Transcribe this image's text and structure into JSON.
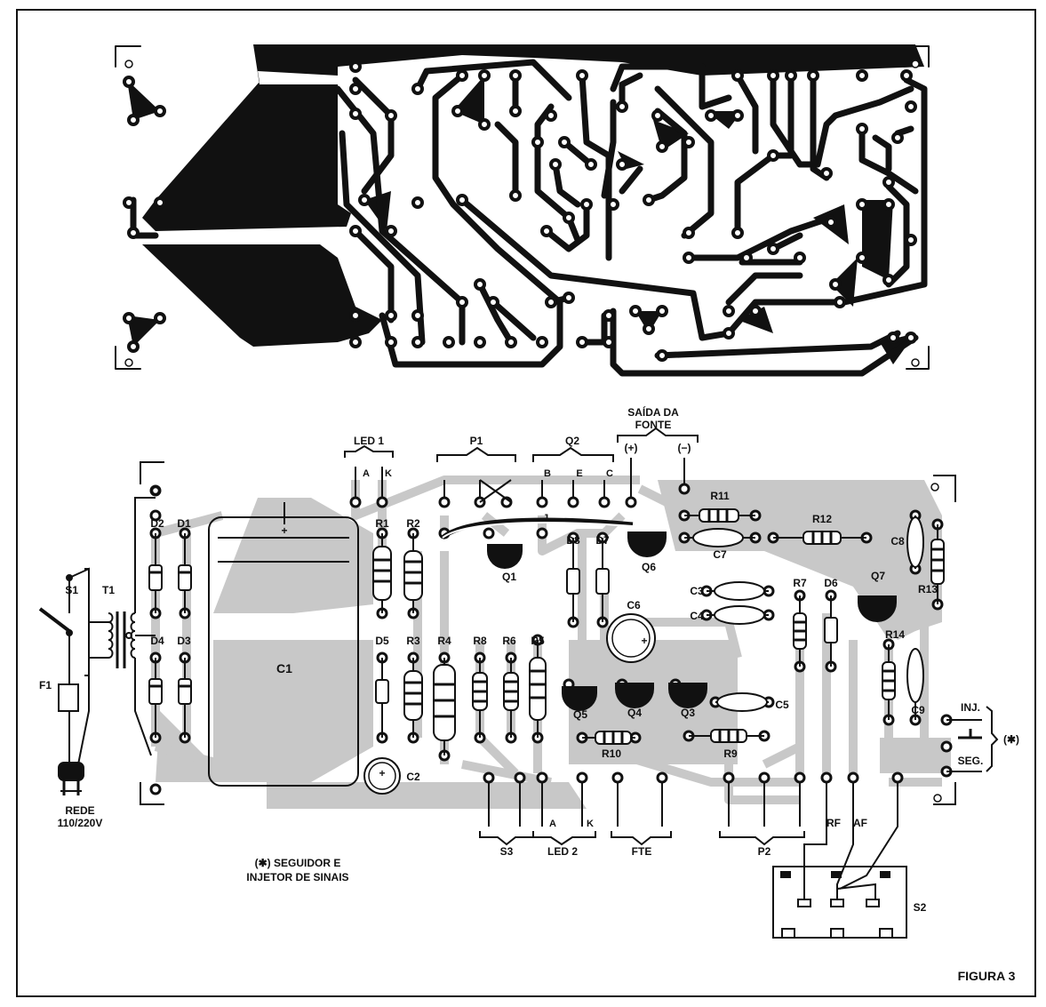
{
  "figure_label": "FIGURA 3",
  "note": {
    "line1": "(✱) SEGUIDOR  E",
    "line2": "INJETOR DE SINAIS"
  },
  "mains": {
    "line1": "REDE",
    "line2": "110/220V"
  },
  "output_header": {
    "line1": "SAÍDA DA",
    "line2": "FONTE",
    "plus": "(+)",
    "minus": "(−)"
  },
  "top_groups": {
    "led1": "LED 1",
    "led1_a": "A",
    "led1_k": "K",
    "p1": "P1",
    "q2": "Q2",
    "q2_b": "B",
    "q2_e": "E",
    "q2_c": "C"
  },
  "bottom_groups": {
    "s3": "S3",
    "led2": "LED 2",
    "led2_a": "A",
    "led2_k": "K",
    "fte": "FTE",
    "p2": "P2",
    "rf": "RF",
    "af": "AF",
    "s2": "S2"
  },
  "side": {
    "inj": "INJ.",
    "seg": "SEG.",
    "star": "(✱)"
  },
  "jumper": "J",
  "components": {
    "t1": "T1",
    "s1": "S1",
    "f1": "F1",
    "d1": "D1",
    "d2": "D2",
    "d3": "D3",
    "d4": "D4",
    "d5": "D5",
    "d6": "D6",
    "d7": "D7",
    "d8": "D8",
    "c1": "C1",
    "c1_plus": "+",
    "c2": "C2",
    "c3": "C3",
    "c4": "C4",
    "c5": "C5",
    "c6": "C6",
    "c7": "C7",
    "c8": "C8",
    "c9": "C9",
    "r1": "R1",
    "r2": "R2",
    "r3": "R3",
    "r4": "R4",
    "r5": "R5",
    "r6": "R6",
    "r7": "R7",
    "r8": "R8",
    "r9": "R9",
    "r10": "R10",
    "r11": "R11",
    "r12": "R12",
    "r13": "R13",
    "r14": "R14",
    "q1": "Q1",
    "q3": "Q3",
    "q4": "Q4",
    "q5": "Q5",
    "q6": "Q6",
    "q7": "Q7"
  }
}
